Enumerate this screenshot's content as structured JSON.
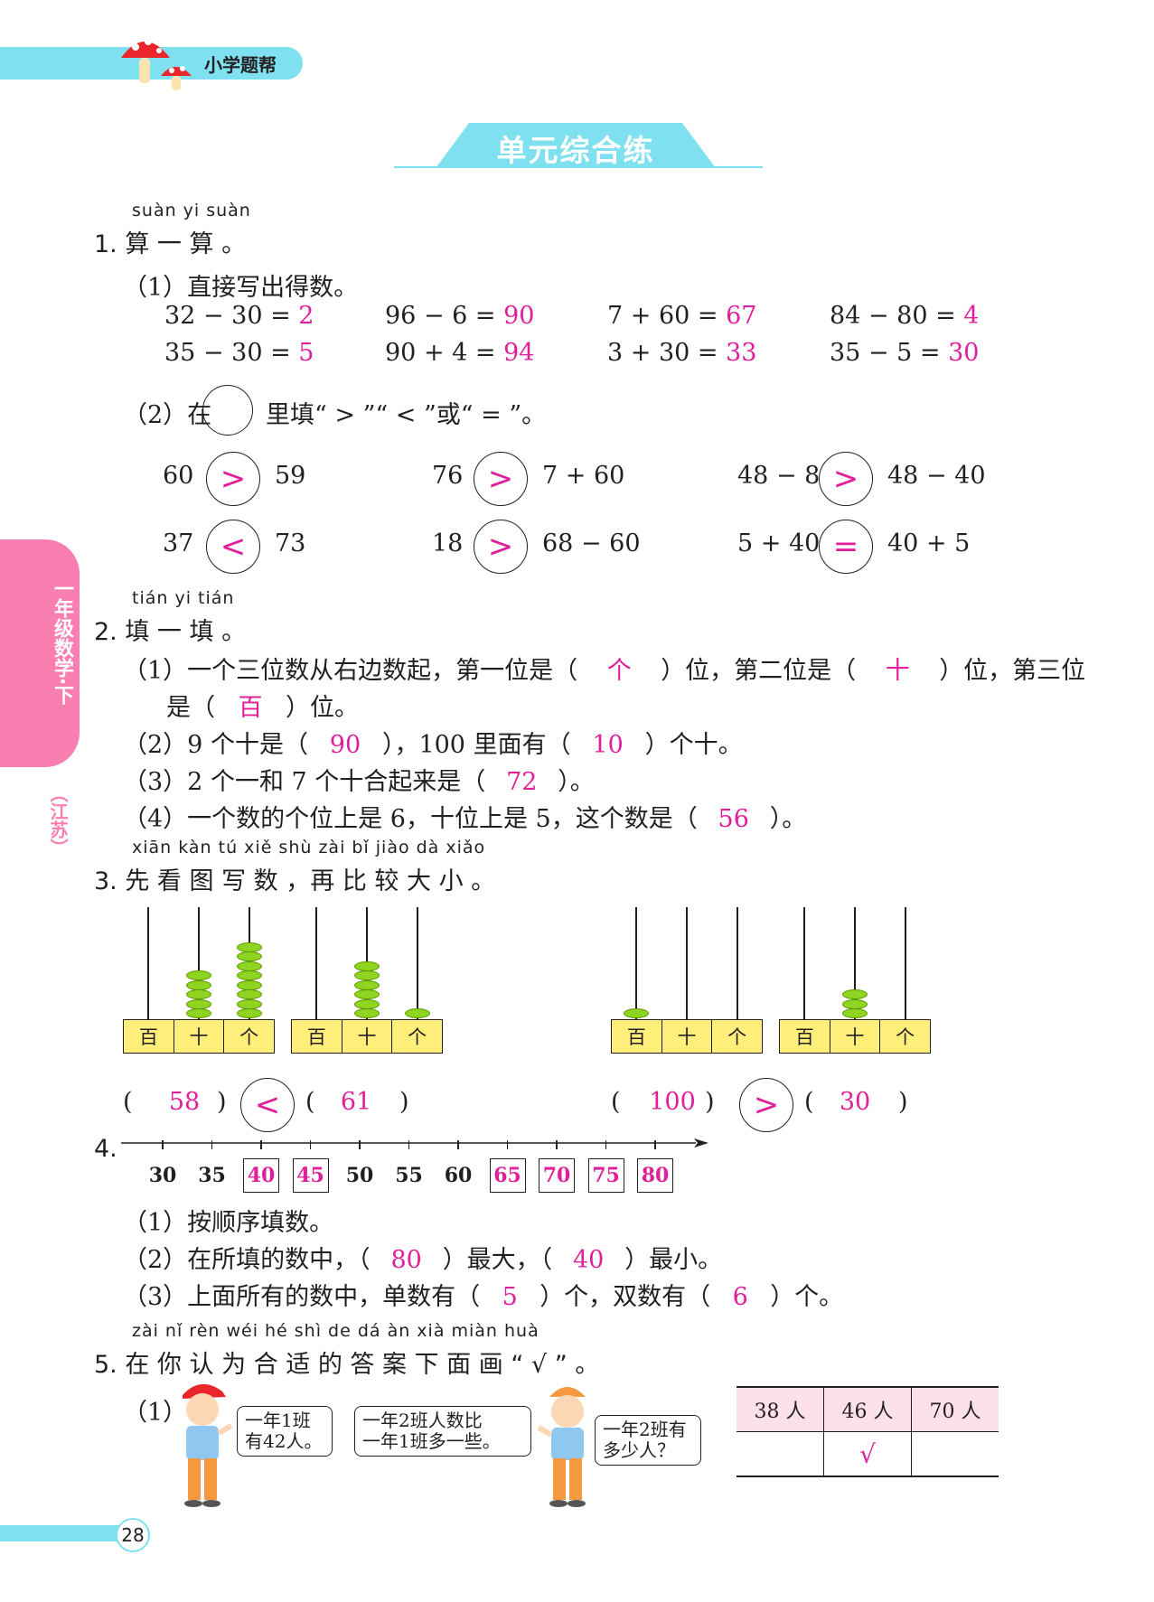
{
  "header": {
    "brand": "小学题帮",
    "title": "单元综合练"
  },
  "side": {
    "grade": "一年级数学·下",
    "edition": "（江苏）"
  },
  "q1": {
    "pinyin": "suàn  yi  suàn",
    "label": "1.  算  一  算  。",
    "p1": "（1）直接写出得数。",
    "rows": [
      [
        {
          "e": "32 − 30 = ",
          "a": "2"
        },
        {
          "e": "96 − 6 = ",
          "a": "90"
        },
        {
          "e": "7 + 60 = ",
          "a": "67"
        },
        {
          "e": "84 − 80 = ",
          "a": "4"
        }
      ],
      [
        {
          "e": "35 − 30 = ",
          "a": "5"
        },
        {
          "e": "90 + 4 = ",
          "a": "94"
        },
        {
          "e": "3 + 30 = ",
          "a": "33"
        },
        {
          "e": "35 − 5 = ",
          "a": "30"
        }
      ]
    ],
    "p2a": "（2）在",
    "p2b": "里填“ > ”“ < ”或“ = ”。",
    "cmp": [
      {
        "l": "60",
        "s": ">",
        "r": "59"
      },
      {
        "l": "76",
        "s": ">",
        "r": "7 + 60"
      },
      {
        "l": "48 − 8",
        "s": ">",
        "r": "48 − 40"
      },
      {
        "l": "37",
        "s": "<",
        "r": "73"
      },
      {
        "l": "18",
        "s": ">",
        "r": "68 − 60"
      },
      {
        "l": "5 + 40",
        "s": "=",
        "r": "40 + 5"
      }
    ]
  },
  "q2": {
    "pinyin": "tián  yi  tián",
    "label": "2.  填  一  填  。",
    "l1a": "（1）一个三位数从右边数起，第一位是（",
    "l1b": "）位，第二位是（",
    "l1c": "）位，第三位",
    "l1_a1": "个",
    "l1_a2": "十",
    "l2a": "是（",
    "l2b": "）位。",
    "l2_a": "百",
    "l3a": "（2）9 个十是（",
    "l3b": "），100 里面有（",
    "l3c": "）个十。",
    "l3_a1": "90",
    "l3_a2": "10",
    "l4a": "（3）2 个一和 7 个十合起来是（",
    "l4b": "）。",
    "l4_a": "72",
    "l5a": "（4）一个数的个位上是 6，十位上是 5，这个数是（",
    "l5b": "）。",
    "l5_a": "56"
  },
  "q3": {
    "pinyin": "xiān kàn  tú  xiě shù      zài  bǐ  jiào  dà  xiǎo",
    "label": "3.  先  看  图  写  数  ，再  比  较  大  小  。",
    "places": [
      "百",
      "十",
      "个"
    ],
    "abacus": [
      {
        "beads": [
          0,
          5,
          8
        ]
      },
      {
        "beads": [
          0,
          6,
          1
        ]
      },
      {
        "beads": [
          1,
          0,
          0
        ]
      },
      {
        "beads": [
          0,
          3,
          0
        ]
      }
    ],
    "pairs": [
      {
        "a": "58",
        "s": "<",
        "b": "61"
      },
      {
        "a": "100",
        "s": ">",
        "b": "30"
      }
    ]
  },
  "q4": {
    "label": "4.",
    "plain": [
      "30",
      "35",
      "50",
      "55",
      "60"
    ],
    "boxed": [
      "40",
      "45",
      "65",
      "70",
      "75",
      "80"
    ],
    "p1": "（1）按顺序填数。",
    "p2a": "（2）在所填的数中，（",
    "p2b": "）最大，（",
    "p2c": "）最小。",
    "p2_a1": "80",
    "p2_a2": "40",
    "p3a": "（3）上面所有的数中，单数有（",
    "p3b": "）个，双数有（",
    "p3c": "）个。",
    "p3_a1": "5",
    "p3_a2": "6"
  },
  "q5": {
    "pinyin": "zài  nǐ  rèn wéi  hé  shì  de  dá  àn  xià miàn huà",
    "label": "5.  在  你  认  为  合  适  的  答  案  下   面   画  “ √ ” 。",
    "p1": "（1）",
    "b1": "一年1班\n有42人。",
    "b2": "一年2班人数比\n一年1班多一些。",
    "b3": "一年2班有\n多少人？",
    "table_head": [
      "38 人",
      "46 人",
      "70 人"
    ],
    "table_mark": [
      "",
      "√",
      ""
    ]
  },
  "footer": {
    "page": "28"
  }
}
